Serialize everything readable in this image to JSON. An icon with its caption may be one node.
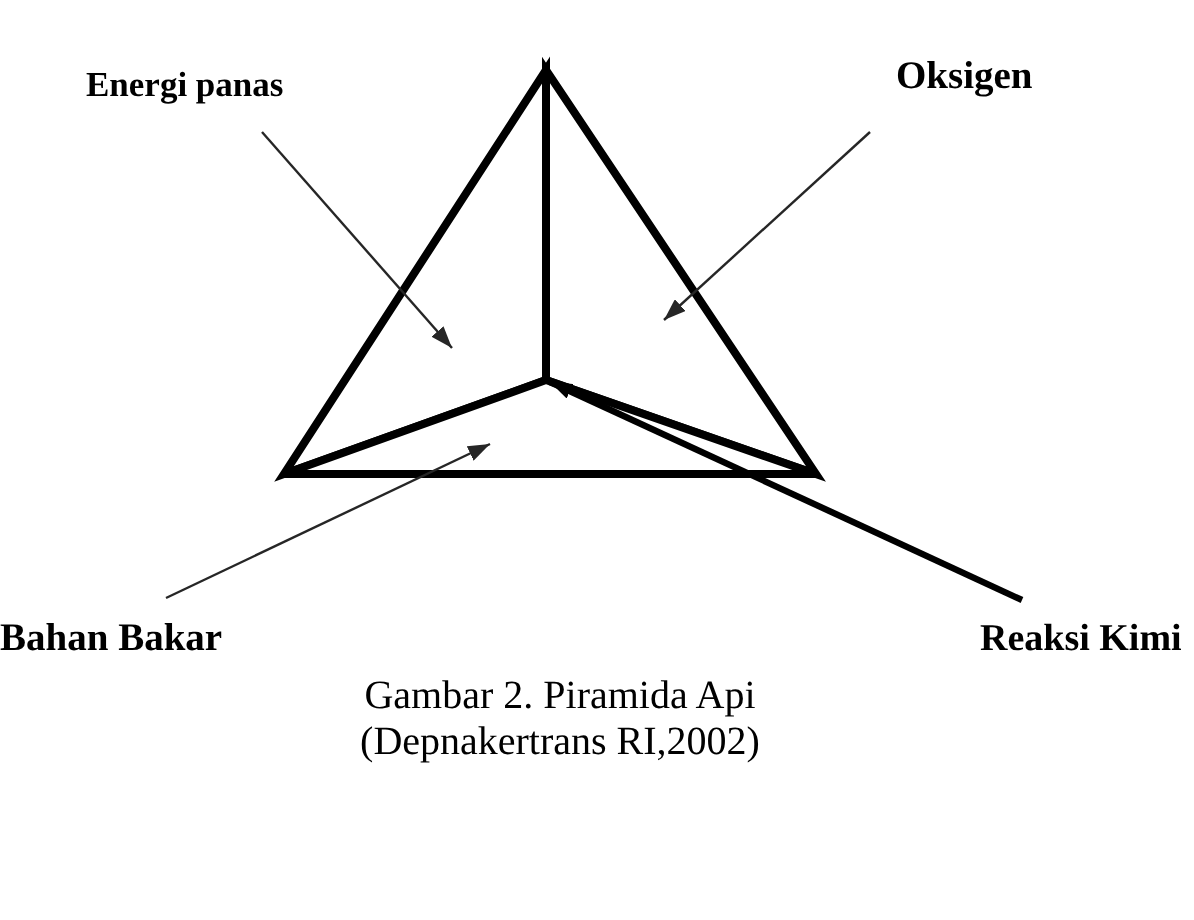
{
  "diagram": {
    "caption": "Gambar 2. Piramida Api (Depnakertrans RI,2002)",
    "nodes": [
      {
        "text": [
          "Energi panas"
        ]
      },
      {
        "text": [
          "Oksigen"
        ]
      },
      {
        "text": [],
        "shape": "triangle"
      },
      {
        "text": [],
        "shape": "triangle"
      },
      {
        "text": [],
        "shape": "triangle"
      },
      {
        "text": [
          "Bahan Bakar"
        ]
      },
      {
        "text": [
          "Reaksi Kimi"
        ]
      }
    ],
    "edges": [
      {
        "from": 0,
        "to": 2,
        "arrow": "to"
      },
      {
        "from": 1,
        "to": 3,
        "arrow": "to"
      },
      {
        "from": 5,
        "to": 4,
        "arrow": "to"
      },
      {
        "from": 6,
        "to": 4,
        "arrow": "to",
        "style": "thick"
      }
    ]
  }
}
